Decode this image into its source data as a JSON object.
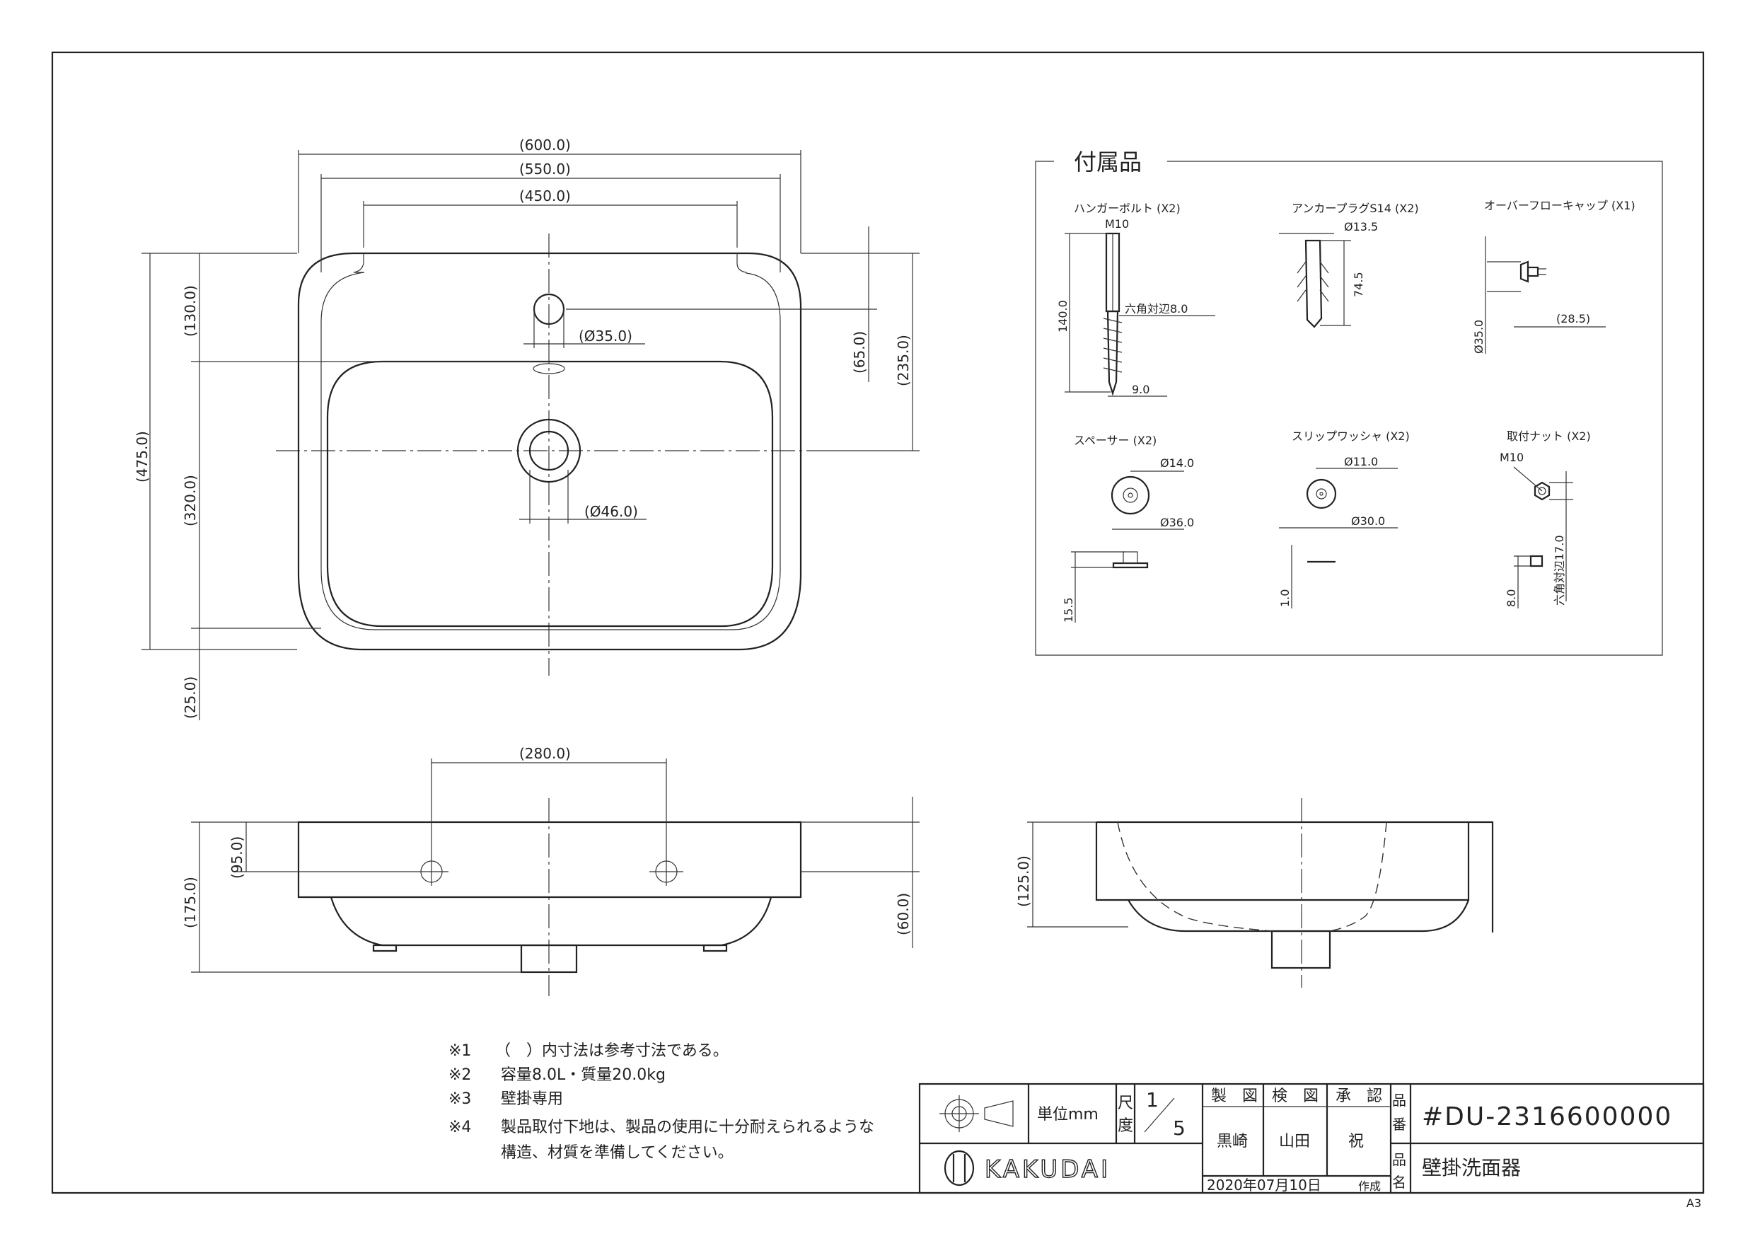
{
  "top_view": {
    "dims": {
      "w600": "(600.0)",
      "w550": "(550.0)",
      "w450": "(450.0)",
      "h130": "(130.0)",
      "h320": "(320.0)",
      "h475": "(475.0)",
      "h25": "(25.0)",
      "h65": "(65.0)",
      "h235": "(235.0)",
      "d35": "(Ø35.0)",
      "d46": "(Ø46.0)"
    }
  },
  "front_view": {
    "dims": {
      "w280": "(280.0)",
      "h95": "(95.0)",
      "h175": "(175.0)",
      "h60": "(60.0)"
    }
  },
  "side_view": {
    "dims": {
      "h125": "(125.0)"
    }
  },
  "accessories": {
    "title": "付属品",
    "hanger_bolt": {
      "label": "ハンガーボルト (X2)",
      "m10": "M10",
      "len": "140.0",
      "hex": "六角対辺8.0",
      "d": "9.0"
    },
    "anchor_plug": {
      "label": "アンカープラグS14 (X2)",
      "d": "Ø13.5",
      "len": "74.5"
    },
    "overflow_cap": {
      "label": "オーバーフローキャップ (X1)",
      "d": "Ø35.0",
      "len": "(28.5)"
    },
    "spacer": {
      "label": "スペーサー (X2)",
      "d14": "Ø14.0",
      "d36": "Ø36.0",
      "h": "15.5"
    },
    "slip_washer": {
      "label": "スリップワッシャ (X2)",
      "d11": "Ø11.0",
      "d30": "Ø30.0",
      "t": "1.0"
    },
    "nut": {
      "label": "取付ナット (X2)",
      "m10": "M10",
      "hex": "六角対辺17.0",
      "h": "8.0"
    }
  },
  "notes": [
    {
      "mark": "※1",
      "text": "（　）内寸法は参考寸法である。"
    },
    {
      "mark": "※2",
      "text": "容量8.0L・質量20.0kg"
    },
    {
      "mark": "※3",
      "text": "壁掛専用"
    },
    {
      "mark": "※4",
      "text": "製品取付下地は、製品の使用に十分耐えられるような"
    },
    {
      "mark": "",
      "text": "構造、材質を準備してください。"
    }
  ],
  "title_block": {
    "unit": "単位mm",
    "scale_label_1": "尺",
    "scale_label_2": "度",
    "scale_num": "1",
    "scale_den": "5",
    "drawn": "製　図",
    "checked": "検　図",
    "approved": "承　認",
    "drawn_by": "黒崎",
    "checked_by": "山田",
    "approved_by": "祝",
    "no_label_1": "品",
    "no_label_2": "番",
    "part_no": "#DU-2316600000",
    "name_label_1": "品",
    "name_label_2": "名",
    "product_name": "壁掛洗面器",
    "date": "2020年07月10日",
    "made": "作成",
    "brand": "KAKUDAI"
  },
  "sheet_size": "A3"
}
